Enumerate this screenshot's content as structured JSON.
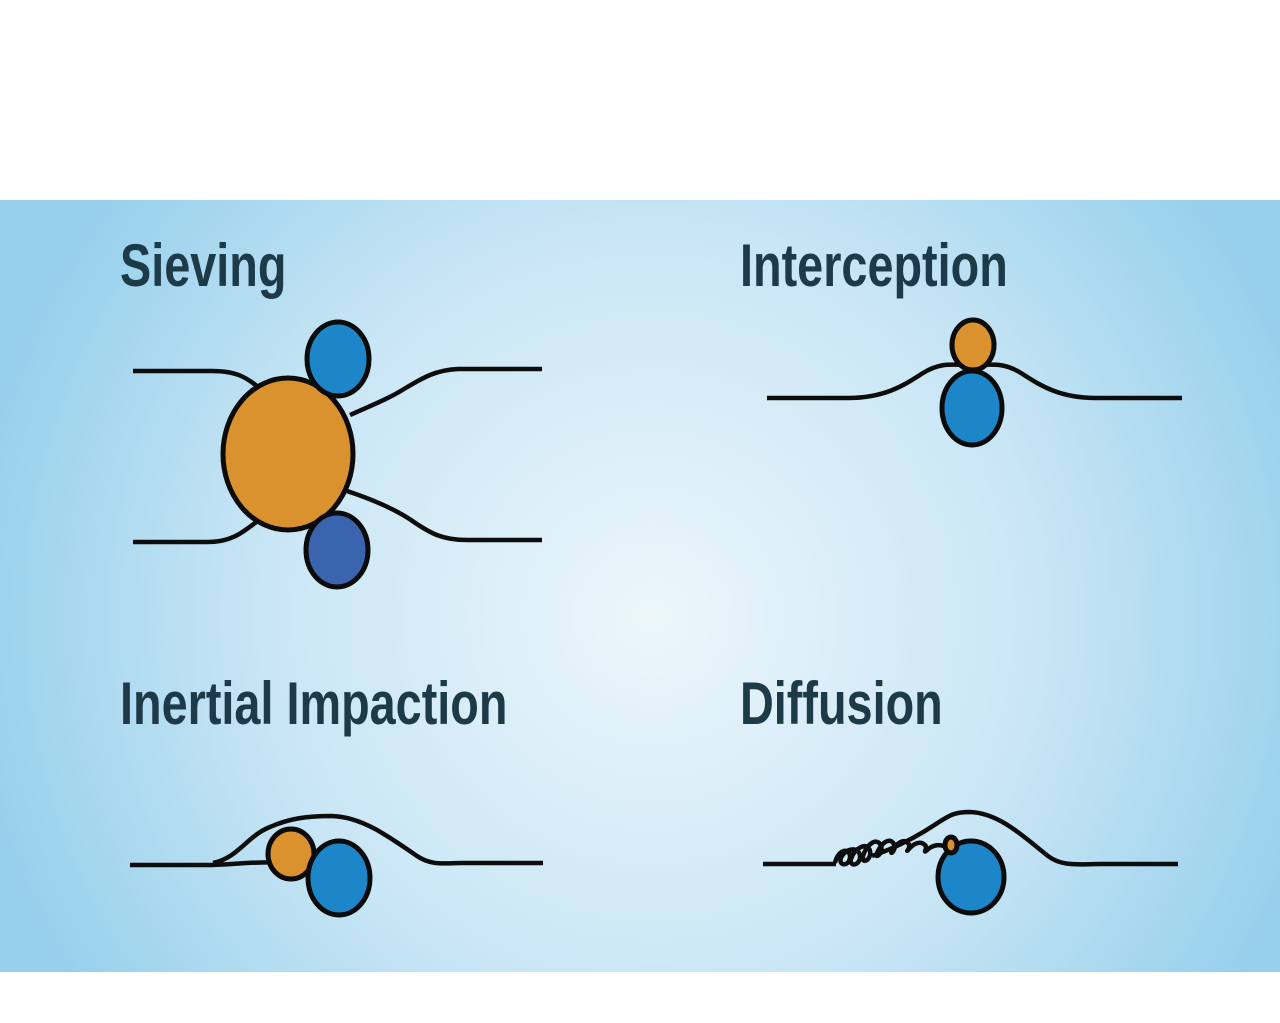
{
  "panels": [
    {
      "id": "sieving",
      "title": "Sieving"
    },
    {
      "id": "interception",
      "title": "Interception"
    },
    {
      "id": "inertial-impaction",
      "title": "Inertial Impaction"
    },
    {
      "id": "diffusion",
      "title": "Diffusion"
    }
  ],
  "colors": {
    "title_text": "#1d3a49",
    "background_center": "#ecf6fb",
    "background_mid": "#c9e6f5",
    "background_edge": "#97d0ec",
    "stream_line": "#0d0d0d",
    "shape_outline": "#0b0b0b",
    "particle_orange": "#d9922e",
    "fiber_blue": "#1c86c8",
    "fiber_dark_blue": "#3a64ad"
  }
}
